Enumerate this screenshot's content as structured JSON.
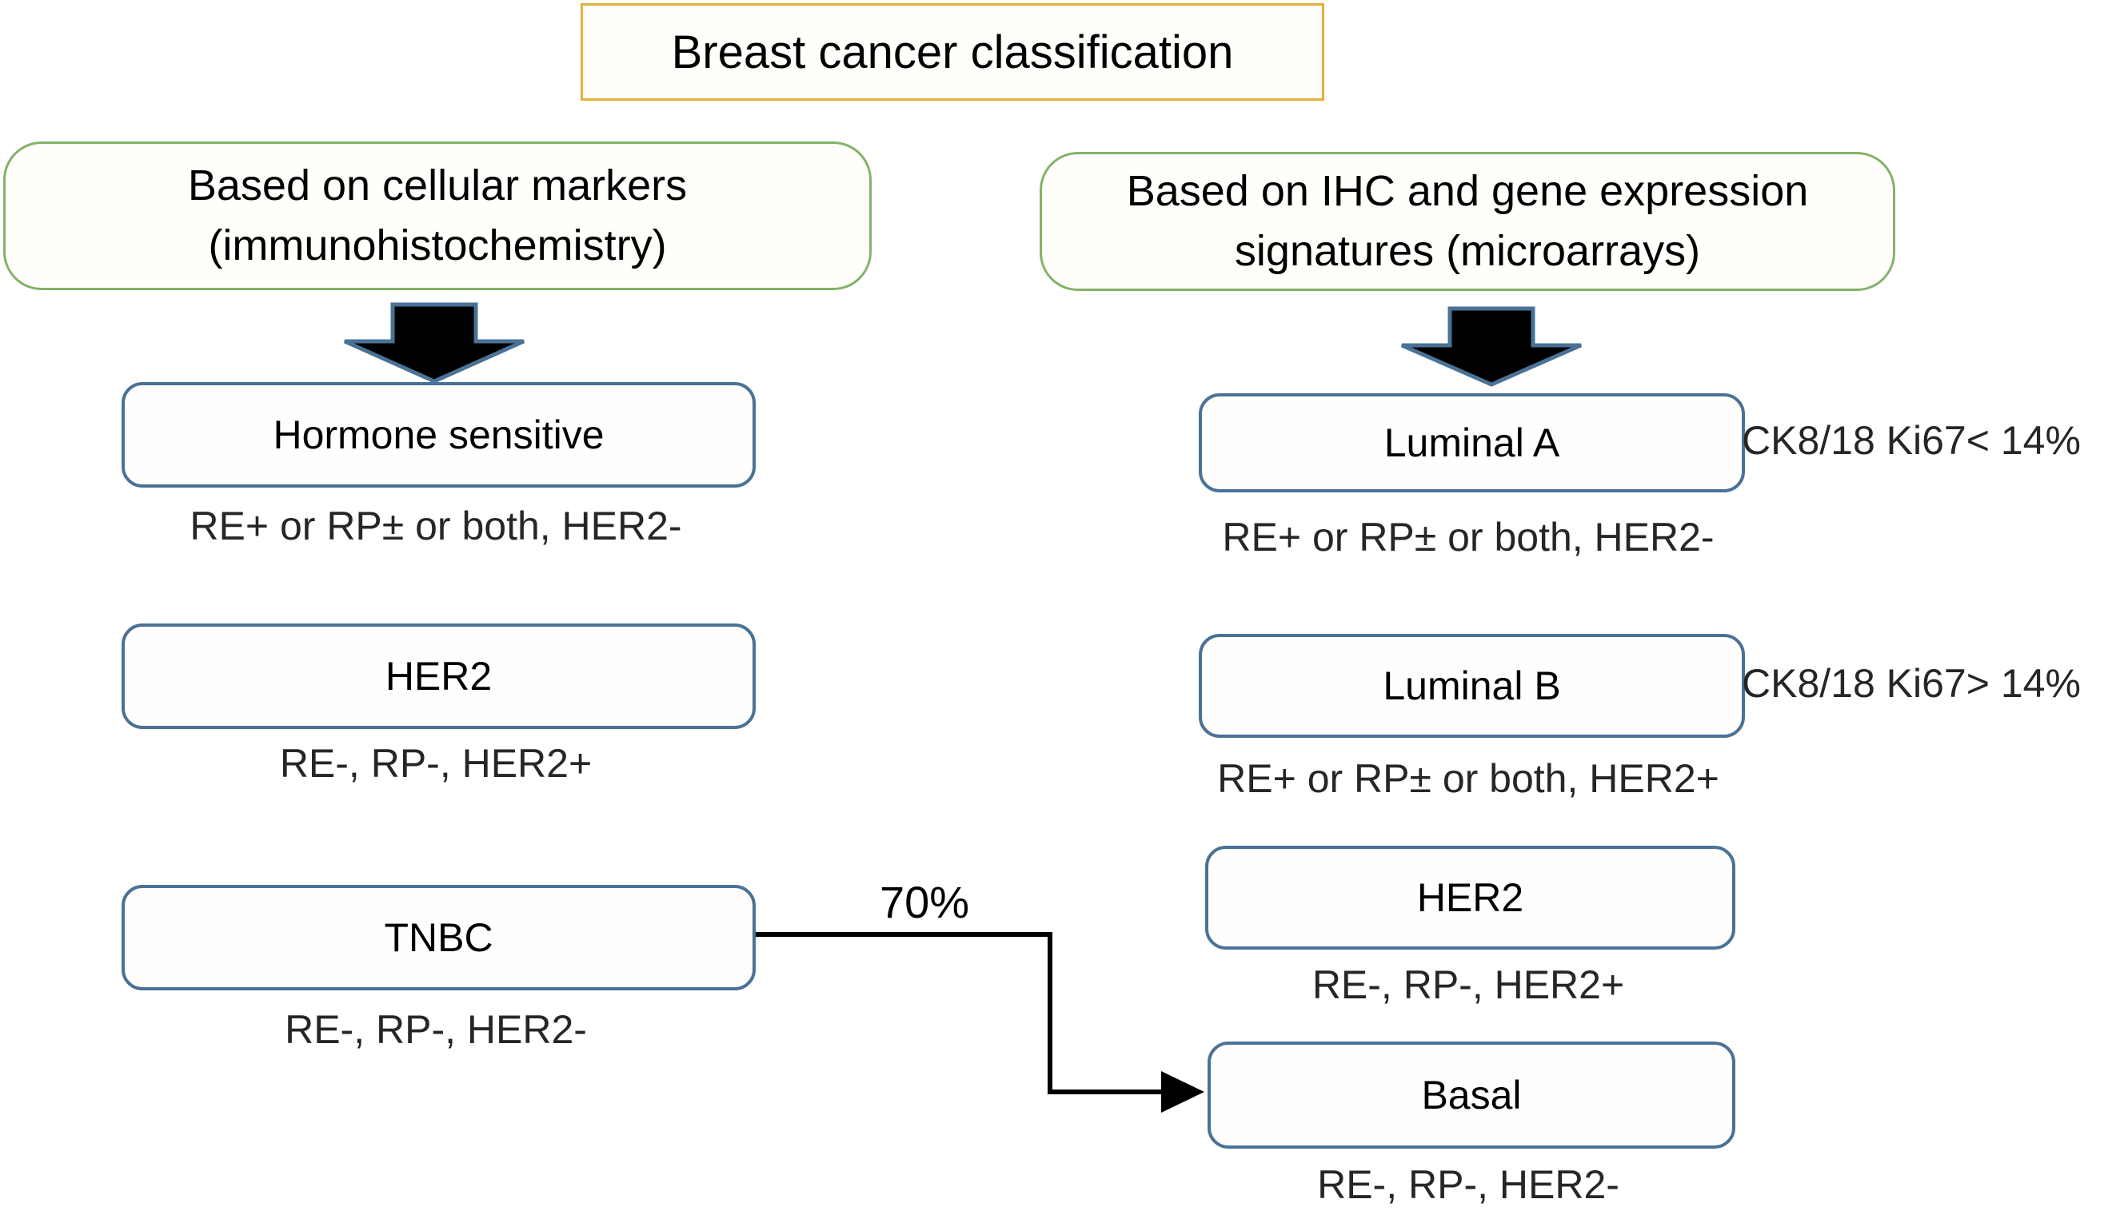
{
  "title": "Breast cancer classification",
  "headers": {
    "left": {
      "line1": "Based on cellular markers",
      "line2": "(immunohistochemistry)"
    },
    "right": {
      "line1": "Based on IHC and gene expression",
      "line2": "signatures (microarrays)"
    }
  },
  "left_boxes": [
    {
      "label": "Hormone sensitive",
      "caption": "RE+ or RP± or both, HER2-"
    },
    {
      "label": "HER2",
      "caption": "RE-, RP-, HER2+"
    },
    {
      "label": "TNBC",
      "caption": "RE-, RP-, HER2-"
    }
  ],
  "right_boxes": [
    {
      "label": "Luminal A",
      "caption": "RE+ or RP± or both, HER2-",
      "annotation": "CK8/18 Ki67< 14%"
    },
    {
      "label": "Luminal B",
      "caption": "RE+ or RP± or both, HER2+",
      "annotation": "CK8/18 Ki67> 14%"
    },
    {
      "label": "HER2",
      "caption": "RE-, RP-, HER2+"
    },
    {
      "label": "Basal",
      "caption": "RE-, RP-, HER2-"
    }
  ],
  "connector": {
    "label": "70%",
    "from": "TNBC",
    "to": "Basal"
  },
  "colors": {
    "title_border": "#E2AE3C",
    "header_border": "#82B366",
    "node_border": "#4A7296",
    "arrow_fill": "#000000",
    "arrow_outline": "#4A7296",
    "connector_line": "#000000",
    "text": "#000000",
    "caption_text": "#262626"
  }
}
